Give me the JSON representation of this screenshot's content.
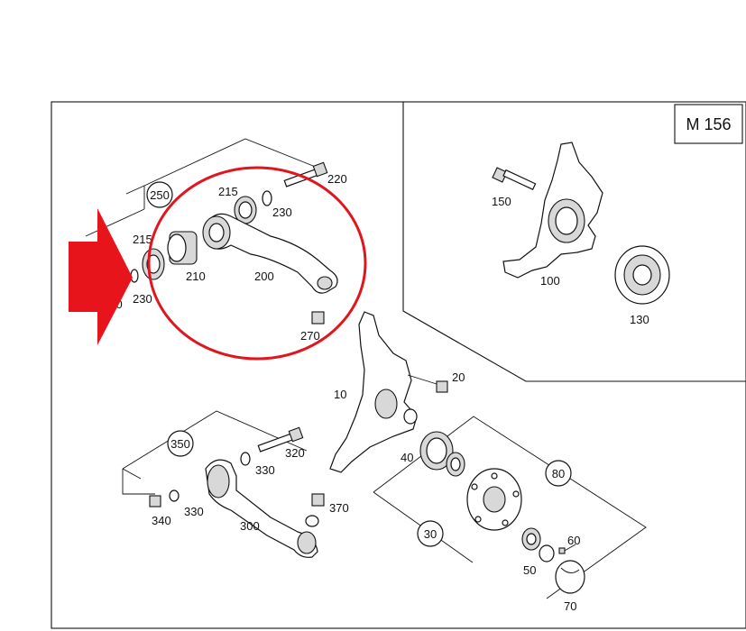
{
  "panel_title": "M 156",
  "labels": {
    "p10": "10",
    "p20": "20",
    "p30": "30",
    "p40": "40",
    "p50": "50",
    "p60": "60",
    "p70": "70",
    "p80": "80",
    "p100": "100",
    "p130": "130",
    "p150": "150",
    "p200": "200",
    "p210": "210",
    "p215a": "215",
    "p215b": "215",
    "p220": "220",
    "p230a": "230",
    "p230b": "230",
    "p250": "250",
    "p270a": "270",
    "p270b": "270",
    "p300": "300",
    "p320": "320",
    "p330a": "330",
    "p330b": "330",
    "p340": "340",
    "p350": "350",
    "p370": "370"
  },
  "colors": {
    "highlight_circle": "#e0161e",
    "arrow": "#e8141c",
    "line": "#111111"
  }
}
